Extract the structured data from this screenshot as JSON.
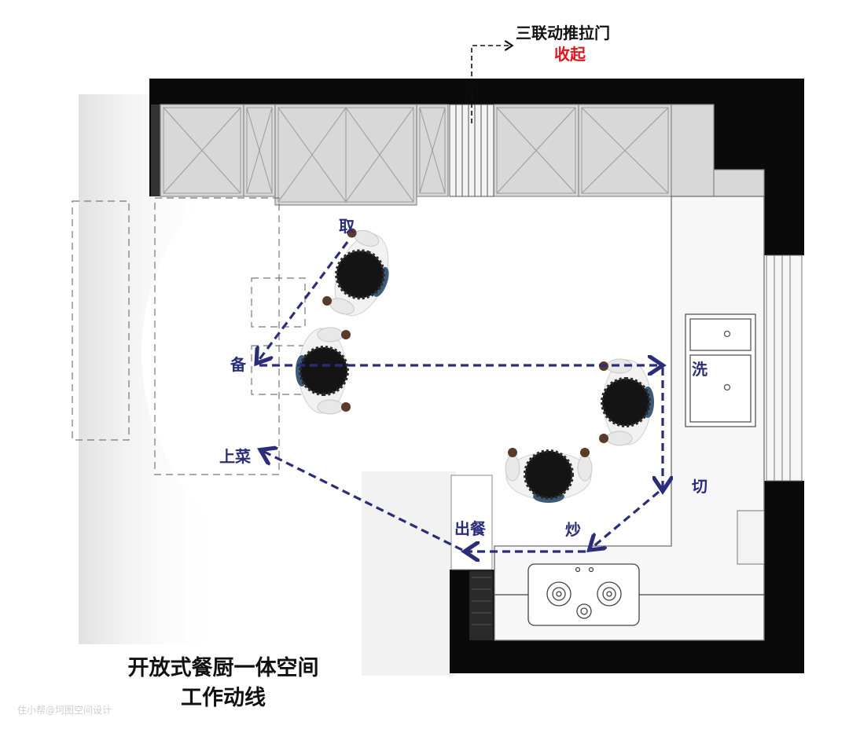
{
  "door_note": {
    "line1": "三联动推拉门",
    "line2": "收起",
    "line2_color": "#e0161b"
  },
  "flow": {
    "color": "#2b2d7a",
    "labels": {
      "take": "取",
      "prep": "备",
      "serve": "上菜",
      "wash": "洗",
      "cut": "切",
      "fry": "炒",
      "dispatch": "出餐"
    }
  },
  "title": {
    "line1": "开放式餐厨一体空间",
    "line2": "工作动线"
  },
  "watermark": "住小帮@坷图空间设计",
  "icons": [
    "person-topview-icon",
    "stove-burner-icon",
    "sink-basin-icon",
    "sliding-door-icon"
  ]
}
